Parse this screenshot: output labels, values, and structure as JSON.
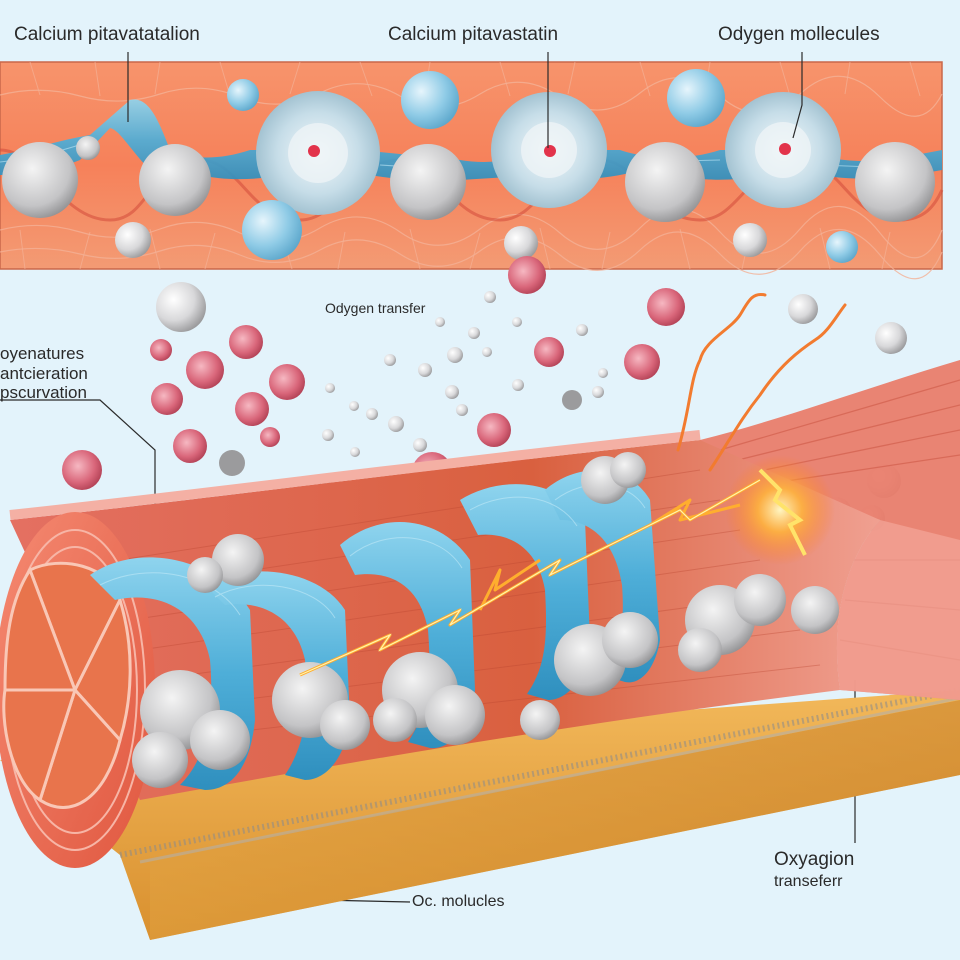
{
  "labels": {
    "top_left": "Calcium pitavatatalion",
    "top_mid": "Calcium pitavastatin",
    "top_right": "Odygen mollecules",
    "oxygen_transfer_mid": "Odygen transfer",
    "left_stack": [
      "oyenatures",
      "antcieration",
      "pscurvation"
    ],
    "bottom_mid": "Oc. molucles",
    "bottom_right": [
      "Oxyagion",
      "transeferr"
    ]
  },
  "colors": {
    "background": "#e3f3fb",
    "tissue": "#f7875c",
    "tissue_dark": "#e8663f",
    "cell_border": "#f2a184",
    "collagen_band": "#54b4dc",
    "gray_cluster": "#cfcfd1",
    "blue_sphere": "#8fcbe6",
    "pink_molecule": "#d9667a",
    "gold_base": "#e8a94b",
    "lightning": "#ff9d2e",
    "vessel_wall": "#f08b7e",
    "pointer_line": "#2a2a2a"
  }
}
